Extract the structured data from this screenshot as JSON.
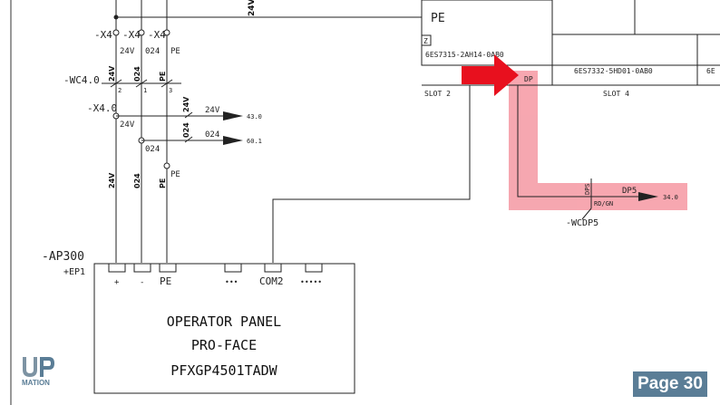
{
  "top_label_24v": "24V",
  "plc": {
    "pe_label": "PE",
    "z_label": "Z",
    "part1": "6ES7315-2AH14-0AB0",
    "part2": "6ES7332-5HD01-0AB0",
    "part3": "6E",
    "dp_label": "DP",
    "slot2": "SLOT 2",
    "slot4": "SLOT 4"
  },
  "terminals": {
    "x4_a": "-X4",
    "x4_b": "-X4",
    "x4_c": "-X4",
    "sub1": "24V",
    "sub2": "024",
    "sub3": "PE",
    "wc40": "-WC4.0",
    "wc_24v": "24V",
    "wc_024": "024",
    "wc_pe": "PE",
    "n2": "2",
    "n1": "1",
    "n3": "3",
    "x40": "-X4.0",
    "node_24v": "24V",
    "node_024": "024",
    "node_pe": "PE"
  },
  "arrows": {
    "a1_label": "24V",
    "a1_ref": "43.0",
    "a2_label": "024",
    "a2_ref": "60.1"
  },
  "wire_labels": {
    "w1": "24V",
    "w2": "024",
    "w3": "24V",
    "w4": "024",
    "w5": "PE"
  },
  "dp_cable": {
    "dps": "DPS",
    "dp5": "DP5",
    "rdgn": "RD/GN",
    "ref": "34.0",
    "cable": "-WCDP5"
  },
  "device": {
    "tag": "-AP300",
    "location": "+EP1",
    "pin_plus": "+",
    "pin_minus": "-",
    "pin_pe": "PE",
    "pin_dots1": "•••",
    "pin_com2": "COM2",
    "pin_dots2": "•••••",
    "line1": "OPERATOR PANEL",
    "line2": "PRO-FACE",
    "line3": "PFXGP4501TADW"
  },
  "logo": {
    "sub": "MATION"
  },
  "page_badge": "Page 30",
  "colors": {
    "highlight": "#f48a96",
    "arrow": "#e8101e",
    "badge": "#5a7d96"
  }
}
